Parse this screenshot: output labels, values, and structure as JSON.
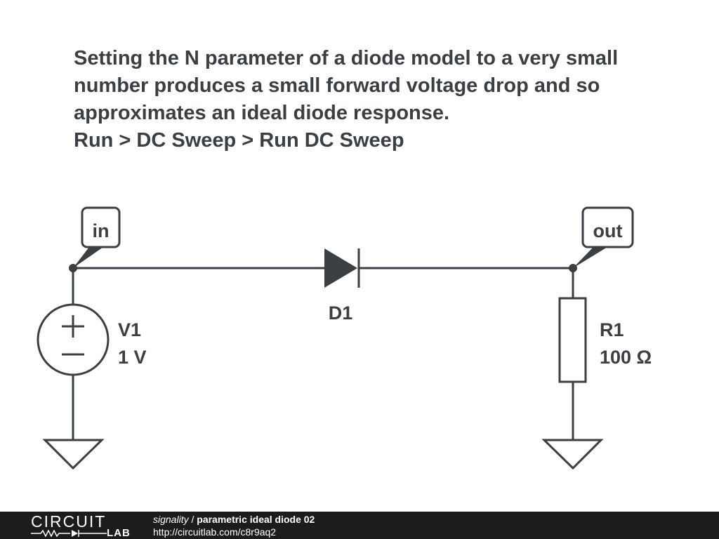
{
  "description": {
    "lines": [
      "Setting the N parameter of a diode model to a very small",
      "number produces a small forward voltage drop and so",
      "approximates an ideal diode response.",
      "Run > DC Sweep > Run DC Sweep"
    ]
  },
  "schematic": {
    "nodes": {
      "in": "in",
      "out": "out"
    },
    "v1": {
      "name": "V1",
      "value": "1 V",
      "plus": "+",
      "minus": "−"
    },
    "d1": {
      "name": "D1"
    },
    "r1": {
      "name": "R1",
      "value": "100 Ω"
    }
  },
  "footer": {
    "logo_text": "CIRCUIT",
    "logo_sub": "LAB",
    "author": "signality",
    "separator": " / ",
    "circuit_title": "parametric ideal diode 02",
    "url": "http://circuitlab.com/c8r9aq2"
  },
  "colors": {
    "ink": "#3a3f44",
    "footer_bg": "#1c1c1c"
  }
}
